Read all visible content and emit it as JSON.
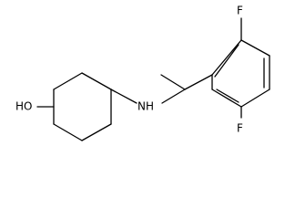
{
  "molecule": {
    "atom_labels": {
      "hydroxyl": "HO",
      "amine": "NH",
      "fluorine_ortho": "F",
      "fluorine_meta": "F"
    }
  }
}
